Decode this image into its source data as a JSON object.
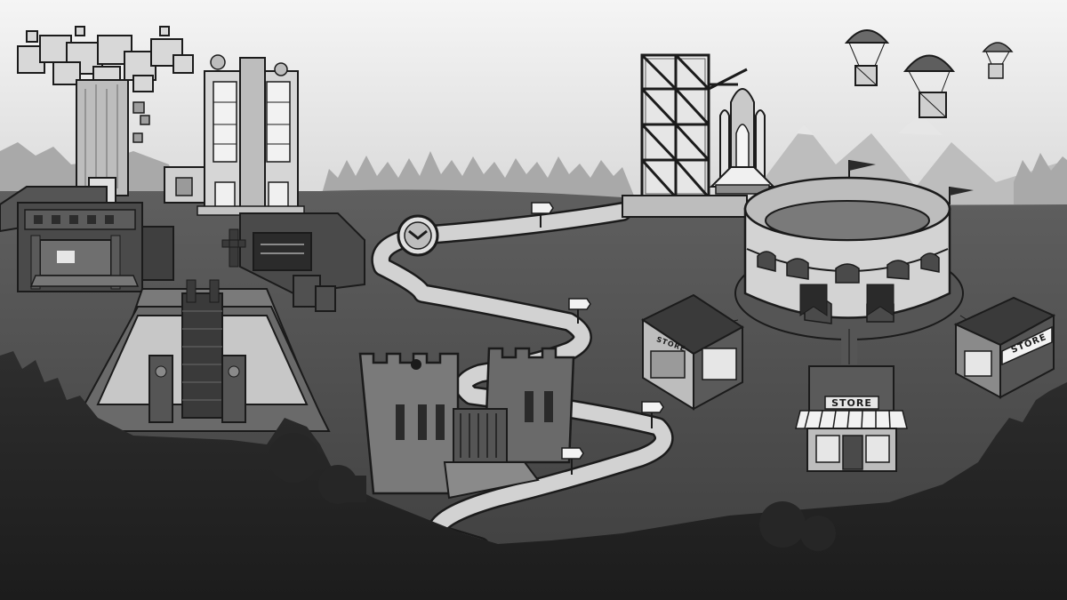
{
  "scene": {
    "theme": "grayscale overworld map",
    "palette": {
      "sky_top": "#f2f2f2",
      "sky_bottom": "#d9d9d9",
      "mid_ground": "#5a5a5a",
      "foreground": "#2a2a2a",
      "path": "#d2d2d2",
      "outline": "#1b1b1b"
    }
  },
  "locations": {
    "store_main": {
      "sign": "STORE"
    },
    "store_left": {
      "sign": "STORE"
    },
    "store_right": {
      "sign": "STORE"
    }
  },
  "icons": [
    "tree-house-icon",
    "twin-towers-icon",
    "launch-tower-icon",
    "space-shuttle-icon",
    "parachute-crate-icon",
    "coin-icon",
    "signpost-icon",
    "castle-icon",
    "arena-icon",
    "store-icon",
    "temple-icon",
    "bunker-icon",
    "moat-bridge-icon"
  ]
}
